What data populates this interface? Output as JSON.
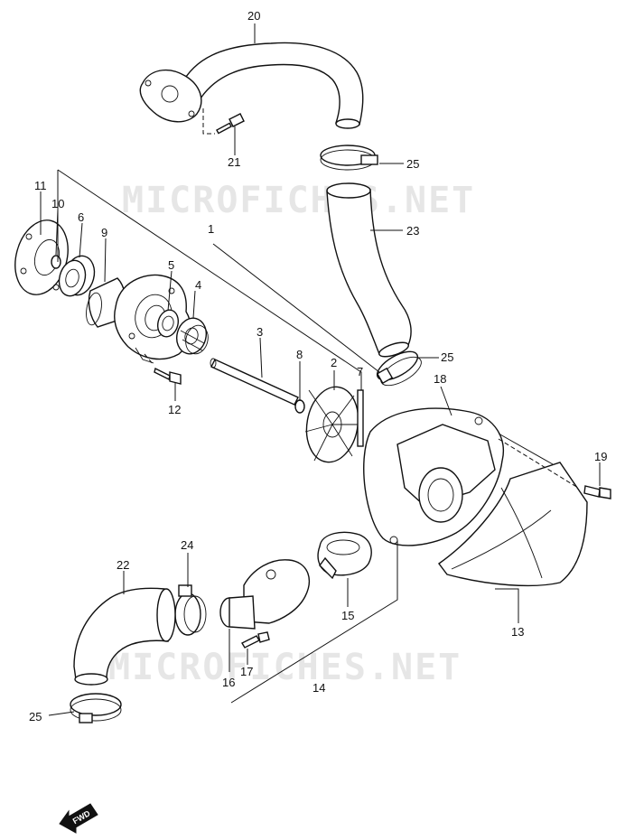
{
  "watermark": "MICROFICHES.NET",
  "fwd_label": "FWD",
  "callouts": {
    "p1": "1",
    "p2": "2",
    "p3": "3",
    "p4": "4",
    "p5": "5",
    "p6": "6",
    "p7": "7",
    "p8": "8",
    "p9": "9",
    "p10": "10",
    "p11": "11",
    "p12": "12",
    "p13": "13",
    "p14": "14",
    "p15": "15",
    "p16": "16",
    "p17": "17",
    "p18": "18",
    "p19": "19",
    "p20": "20",
    "p21": "21",
    "p22": "22",
    "p23": "23",
    "p24": "24",
    "p25a": "25",
    "p25b": "25",
    "p25c": "25"
  }
}
